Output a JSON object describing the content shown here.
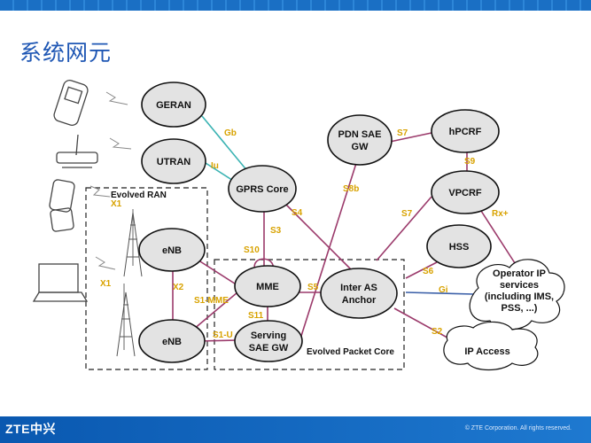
{
  "title": "系统网元",
  "footer": {
    "logo": "ZTE中兴",
    "copyright": "© ZTE Corporation. All rights reserved."
  },
  "regions": {
    "evolved_ran": "Evolved RAN",
    "evolved_packet_core": "Evolved Packet Core"
  },
  "nodes": {
    "geran": "GERAN",
    "utran": "UTRAN",
    "gprs_core": "GPRS Core",
    "pdn_sae_gw_1": "PDN SAE",
    "pdn_sae_gw_2": "GW",
    "hpcrf": "hPCRF",
    "vpcrf": "VPCRF",
    "hss": "HSS",
    "enb_top": "eNB",
    "enb_bottom": "eNB",
    "mme": "MME",
    "inter_as_1": "Inter AS",
    "inter_as_2": "Anchor",
    "serving_1": "Serving",
    "serving_2": "SAE GW",
    "operator_1": "Operator IP",
    "operator_2": "services",
    "operator_3": "(including IMS,",
    "operator_4": "PSS, ...)",
    "ip_access": "IP Access"
  },
  "interfaces": {
    "gb": "Gb",
    "iu": "Iu",
    "s7_top": "S7",
    "s9": "S9",
    "s8b": "S8b",
    "s4": "S4",
    "s7_mid": "S7",
    "rx_plus": "Rx+",
    "s3": "S3",
    "s10": "S10",
    "x1_top": "X1",
    "x1_left": "X1",
    "x2": "X2",
    "s1_mme": "S1-MME",
    "s5": "S5",
    "s6": "S6",
    "gi": "Gi",
    "s11": "S11",
    "s1_u": "S1-U",
    "s2": "S2"
  },
  "colors": {
    "title": "#1f57b4",
    "interface_label": "#d8a200",
    "link": "#9b3a6b",
    "link_teal": "#3bb3b3",
    "link_gi": "#3a5fa8",
    "node_fill": "#e3e3e3"
  }
}
